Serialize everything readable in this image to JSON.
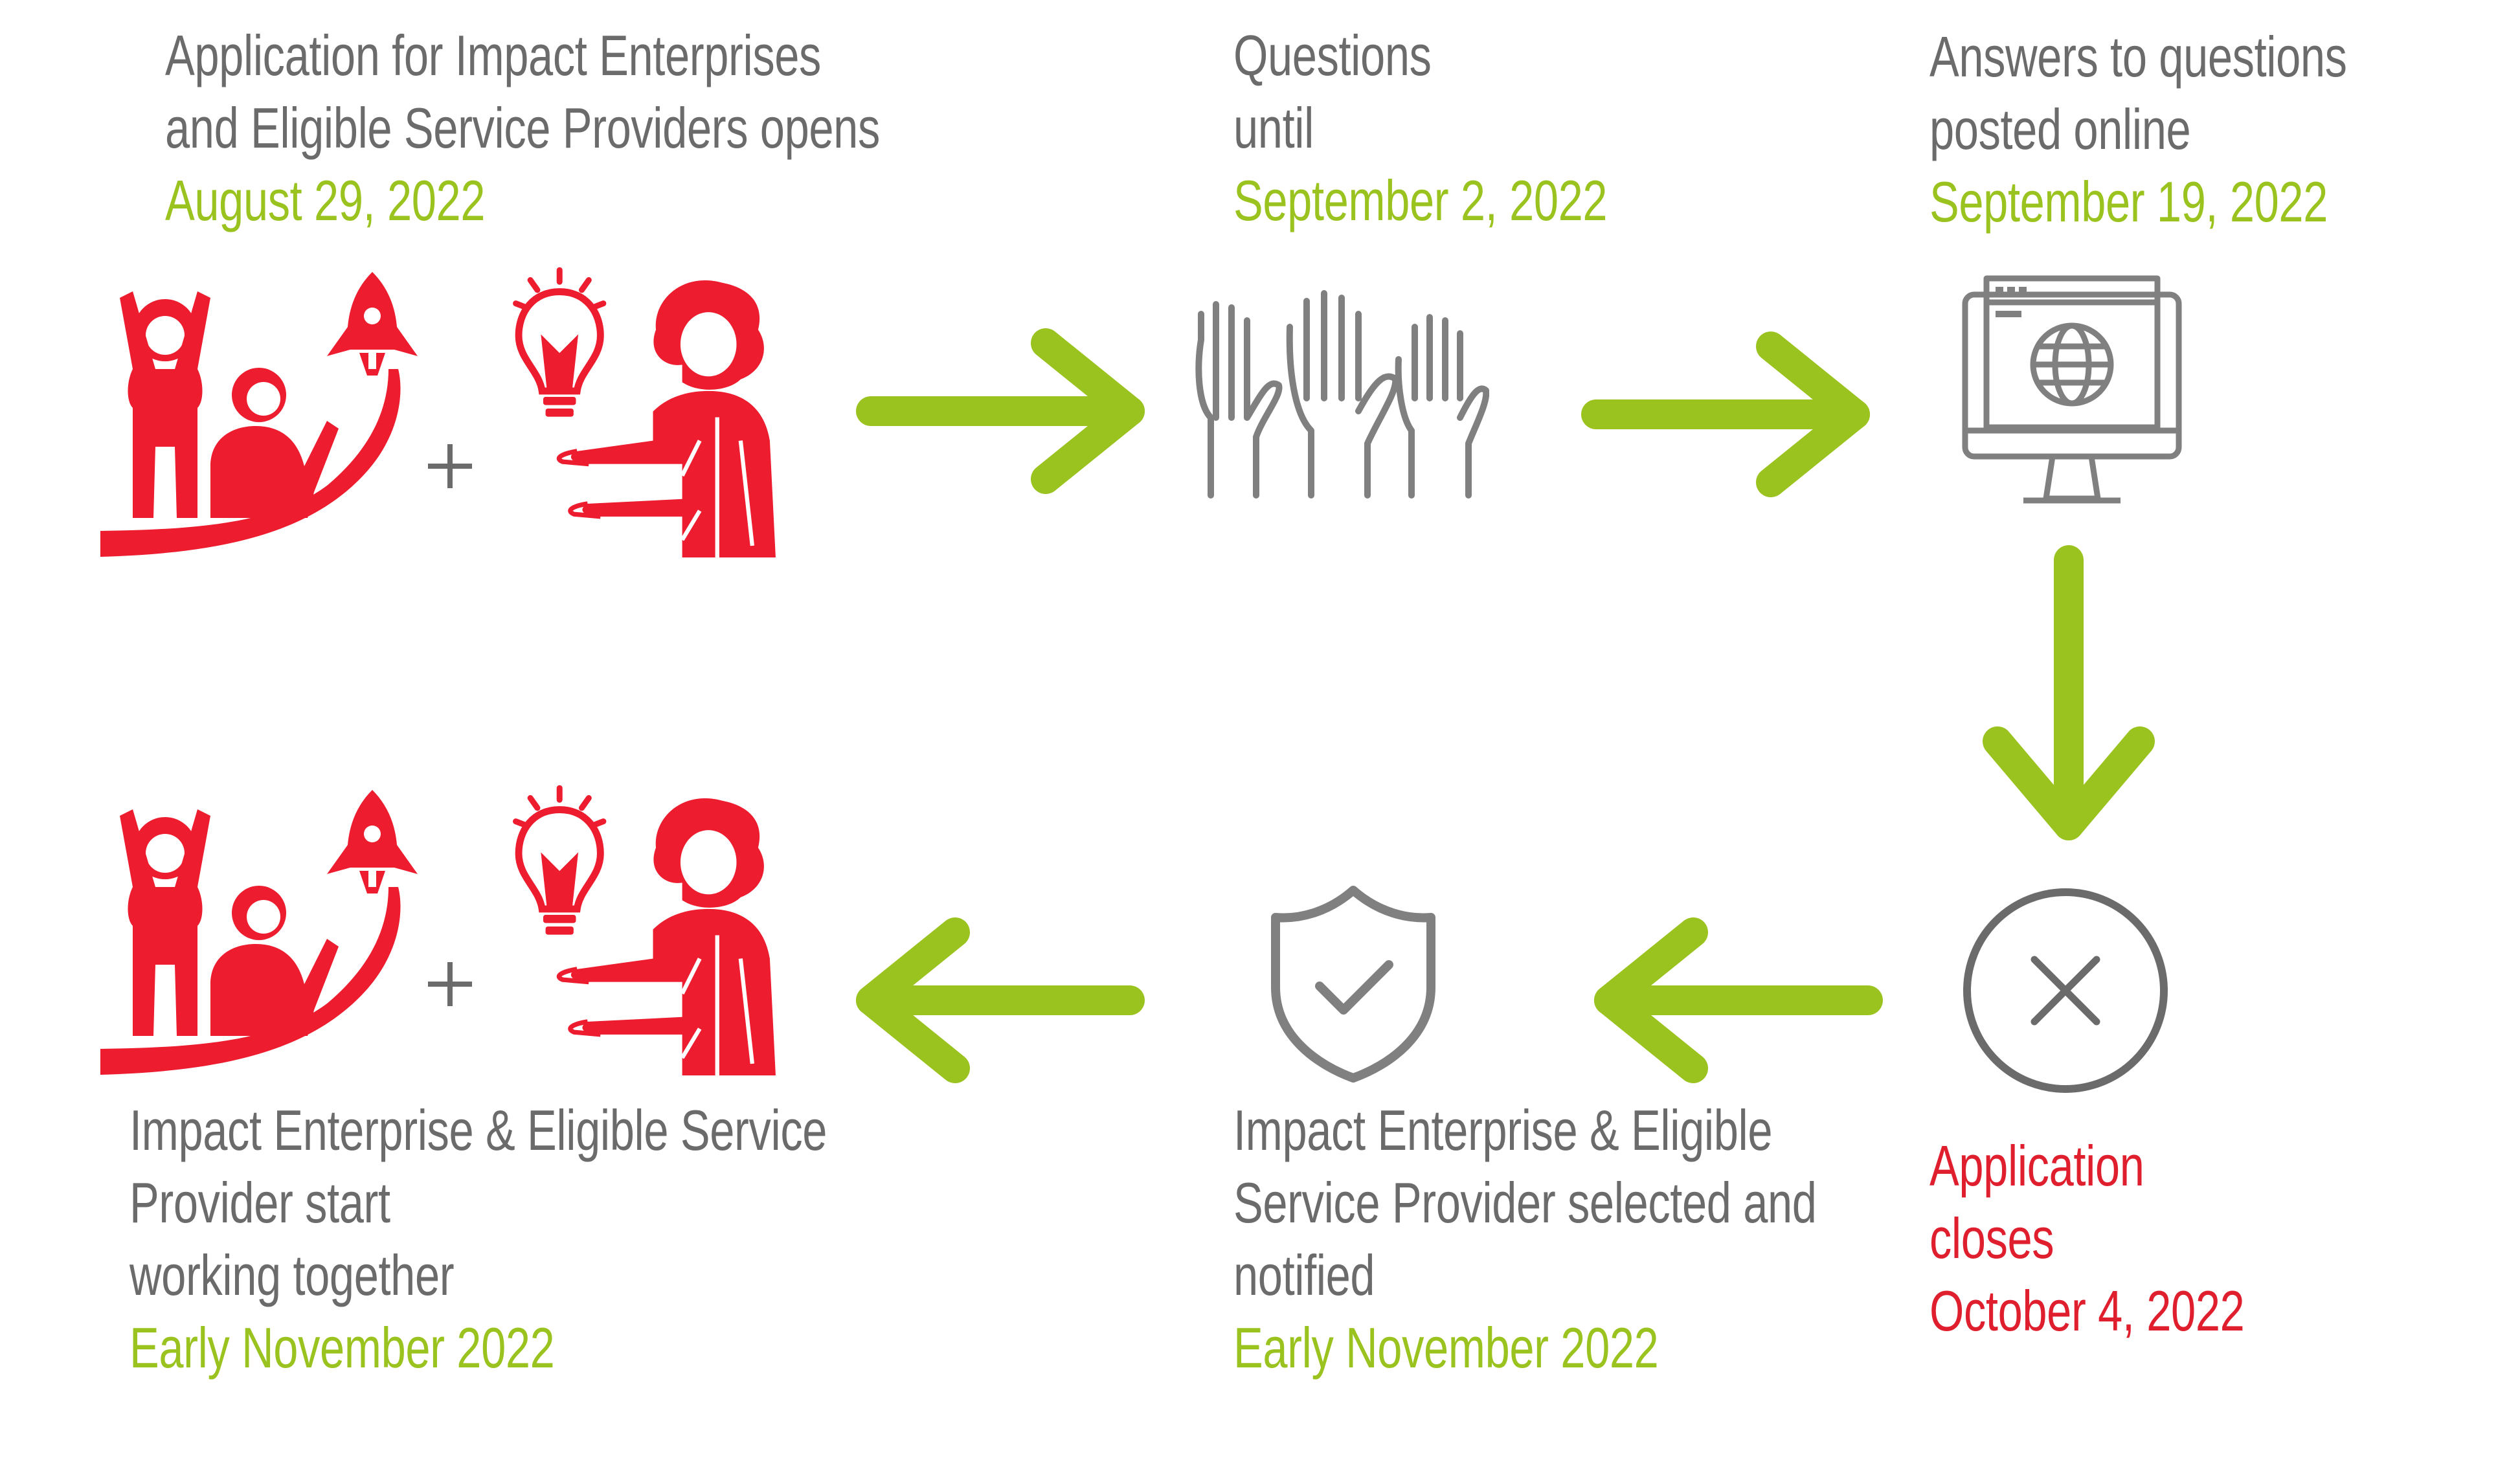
{
  "colors": {
    "red": "#ed1c2e",
    "green": "#9bc31f",
    "gray": "#6b6b6b",
    "icon_gray": "#808080"
  },
  "steps": [
    {
      "lines": [
        "Application for Impact Enterprises",
        "and Eligible Service Providers opens"
      ],
      "date": "August 29, 2022",
      "icon": "enterprise-and-provider-icon"
    },
    {
      "lines": [
        "Questions",
        "until"
      ],
      "date": "September 2, 2022",
      "icon": "raised-hands-icon"
    },
    {
      "lines": [
        "Answers to questions",
        "posted online"
      ],
      "date": "September 19, 2022",
      "icon": "web-monitor-icon"
    },
    {
      "lines": [
        "Application",
        "closes"
      ],
      "date": "October 4, 2022",
      "icon": "close-circle-icon"
    },
    {
      "lines": [
        "Impact Enterprise & Eligible",
        "Service Provider selected and",
        "notified"
      ],
      "date": "Early November 2022",
      "icon": "shield-check-icon"
    },
    {
      "lines": [
        "Impact Enterprise & Eligible Service",
        "Provider start",
        "working together"
      ],
      "date": "Early November 2022",
      "icon": "enterprise-and-provider-icon"
    }
  ]
}
